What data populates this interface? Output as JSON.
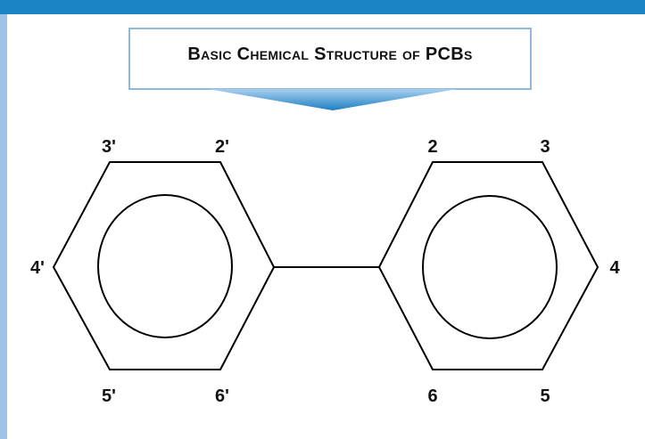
{
  "title": {
    "text": "Basic Chemical Structure of PCBs"
  },
  "rings": {
    "left": {
      "labels": {
        "p3": "3'",
        "p2": "2'",
        "p4": "4'",
        "p5": "5'",
        "p6": "6'"
      }
    },
    "right": {
      "labels": {
        "p2": "2",
        "p3": "3",
        "p4": "4",
        "p6": "6",
        "p5": "5"
      }
    }
  },
  "colors": {
    "top_bar": "#1b84c3",
    "left_bar": "#9ec3e6",
    "title_box_border": "#8fb8dc",
    "arrow_top": "#a9cfee",
    "arrow_bottom": "#1b7fc3",
    "stroke": "#000000"
  }
}
